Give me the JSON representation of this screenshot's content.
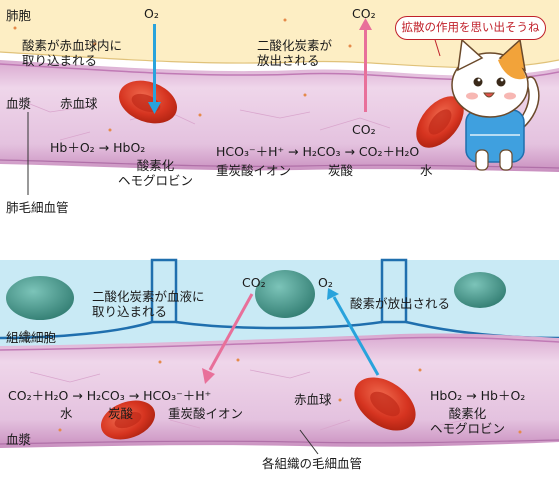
{
  "lung_section": {
    "alveolus_label": "肺胞",
    "plasma_label": "血漿",
    "capillary_label": "肺毛細血管",
    "o2_label": "O₂",
    "co2_out_label": "CO₂",
    "co2_in_label": "CO₂",
    "oxygen_uptake_text": [
      "酸素が赤血球内に",
      "取り込まれる"
    ],
    "co2_release_text": [
      "二酸化炭素が",
      "放出される"
    ],
    "rbc_label": "赤血球",
    "hb_reaction": "Hb＋O₂ → HbO₂",
    "oxyhb_label": [
      "酸素化",
      "ヘモグロビン"
    ],
    "bicarb_reaction": "HCO₃⁻＋H⁺ → H₂CO₃ → CO₂＋H₂O",
    "bicarb_label": "重炭酸イオン",
    "carbonic_label": "炭酸",
    "water_label": "水",
    "speech": "拡散の作用を思い出そうね"
  },
  "tissue_section": {
    "tissue_cell_label": "組織細胞",
    "plasma_label": "血漿",
    "capillary_label": "各組織の毛細血管",
    "co2_label": "CO₂",
    "o2_label": "O₂",
    "co2_uptake_text": [
      "二酸化炭素が血液に",
      "取り込まれる"
    ],
    "o2_release_text": "酸素が放出される",
    "rbc_label": "赤血球",
    "bicarb_reaction": "CO₂＋H₂O → H₂CO₃ → HCO₃⁻＋H⁺",
    "water_label": "水",
    "carbonic_label": "炭酸",
    "bicarb_label": "重炭酸イオン",
    "hb_reaction": "HbO₂ → Hb＋O₂",
    "oxyhb_label": [
      "酸素化",
      "ヘモグロビン"
    ]
  },
  "colors": {
    "alveolus": "#fdeec0",
    "capillary": "#e5c0dd",
    "interstitial": "#c9eaf5",
    "cell": "#4d9c92",
    "o2_arrow": "#29a3dc",
    "co2_arrow": "#e8709a",
    "rbc": "#d23a28"
  }
}
